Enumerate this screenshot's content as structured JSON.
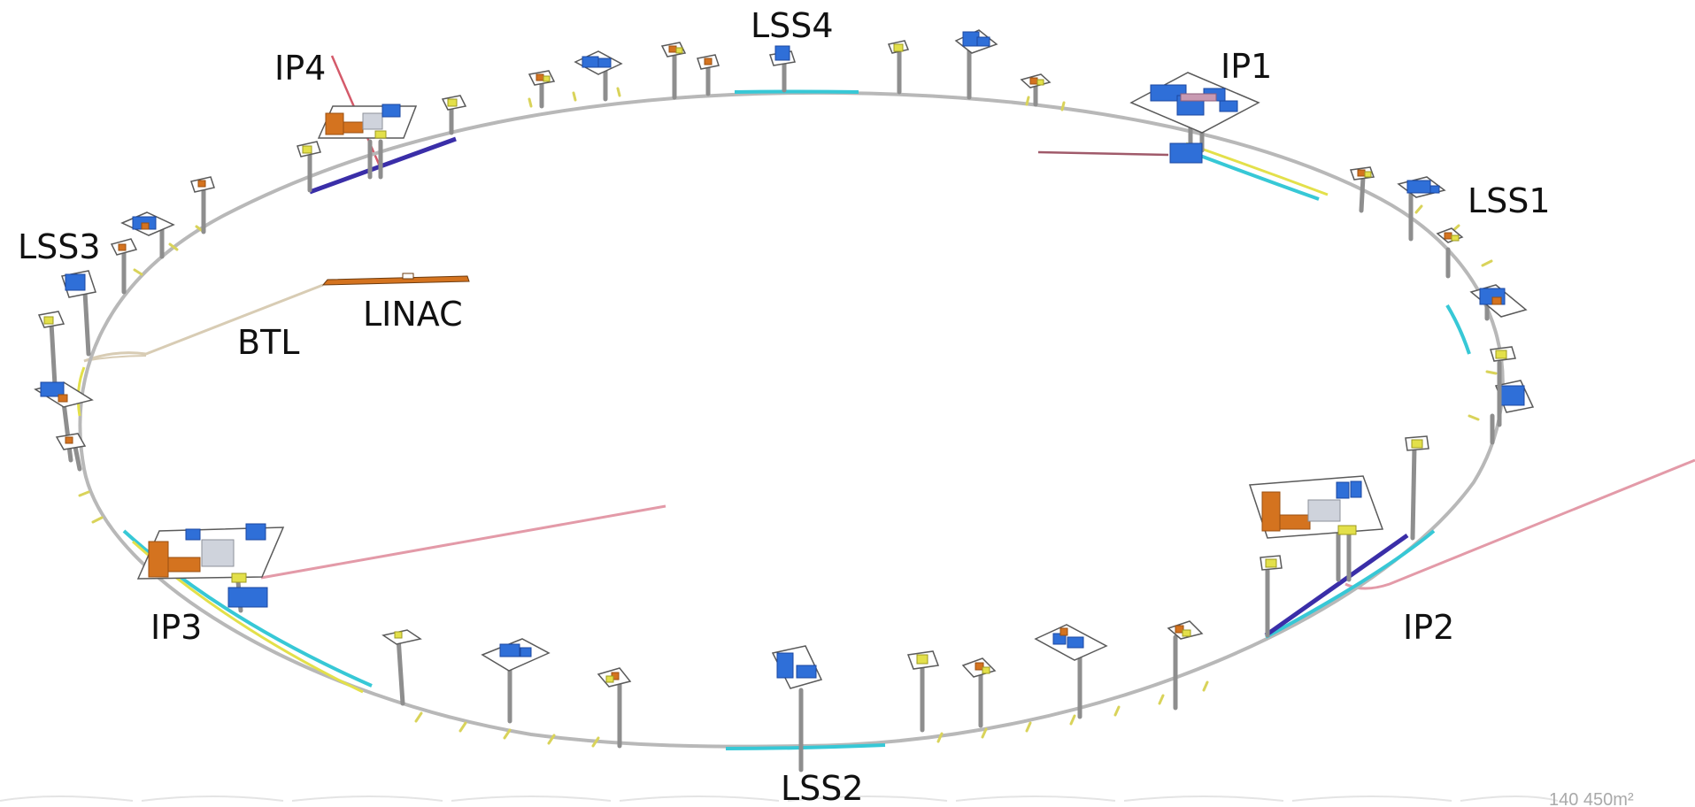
{
  "labels": {
    "ip1": "IP1",
    "ip2": "IP2",
    "ip3": "IP3",
    "ip4": "IP4",
    "lss1": "LSS1",
    "lss2": "LSS2",
    "lss3": "LSS3",
    "lss4": "LSS4",
    "linac": "LINAC",
    "btl": "BTL"
  },
  "area_note": "140 450m²",
  "colors": {
    "ring": "#b8b8b8",
    "straight_section": "#37c8d6",
    "transfer_line": "#e3e04a",
    "beam_dump": "#3a2ea8",
    "extraction_line": "#e39aa8",
    "building_blue": "#2f6fd8",
    "building_orange": "#d4731f"
  }
}
